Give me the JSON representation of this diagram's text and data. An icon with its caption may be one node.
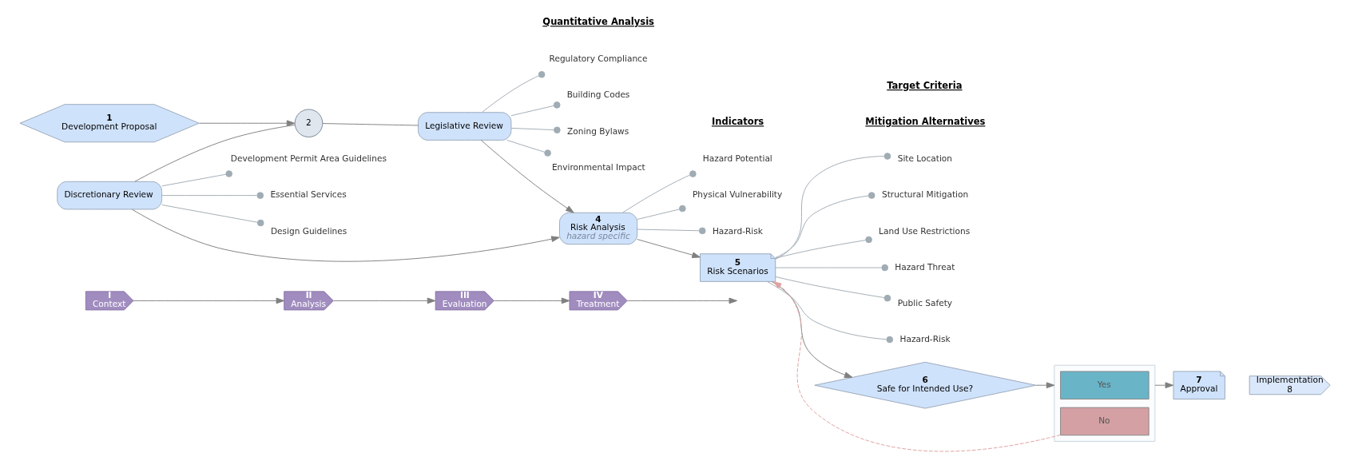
{
  "diagram": {
    "nodes": [
      {
        "text": [
          "I",
          "Context"
        ]
      },
      {
        "text": [
          "II",
          "Analysis"
        ]
      },
      {
        "text": [
          "III",
          "Evaluation"
        ]
      },
      {
        "text": [
          "IV",
          "Treatment"
        ]
      },
      {
        "text": [
          "1",
          "Development Proposal"
        ]
      },
      {
        "text": [
          "Discretionary Review"
        ]
      },
      {
        "text": [
          "Development Permit Area Guidelines"
        ]
      },
      {
        "text": [
          "Essential Services"
        ]
      },
      {
        "text": [
          "Design Guidelines"
        ]
      },
      {
        "text": [
          "2"
        ]
      },
      {
        "text": [
          "Legislative Review"
        ]
      },
      {
        "text": [
          "Regulatory Compliance"
        ]
      },
      {
        "text": [
          "Building Codes"
        ]
      },
      {
        "text": [
          "Zoning Bylaws"
        ]
      },
      {
        "text": [
          "Environmental Impact"
        ]
      },
      {
        "text": [
          "4",
          "Risk Analysis",
          "hazard specific"
        ]
      },
      {
        "text": [
          "Hazard Potential"
        ]
      },
      {
        "text": [
          "Physical Vulnerability"
        ]
      },
      {
        "text": [
          "Hazard-Risk"
        ]
      },
      {
        "text": [
          "5",
          "Risk Scenarios"
        ]
      },
      {
        "text": [
          "Site Location"
        ]
      },
      {
        "text": [
          "Structural Mitigation"
        ]
      },
      {
        "text": [
          "Land Use Restrictions"
        ]
      },
      {
        "text": [
          "Hazard Threat"
        ]
      },
      {
        "text": [
          "Public Safety"
        ]
      },
      {
        "text": [
          "Hazard-Risk"
        ]
      },
      {
        "text": [
          "6",
          "Safe for Intended Use?"
        ]
      },
      {
        "text": [],
        "shape": "box"
      },
      {
        "text": [
          "Yes"
        ],
        "in": 27
      },
      {
        "text": [
          "No"
        ],
        "in": 27
      },
      {
        "text": [
          "7",
          "Approval"
        ]
      },
      {
        "text": [
          "Implementation",
          "8"
        ]
      }
    ],
    "edges": [
      {
        "from": 0,
        "to": 1,
        "arrow": "to"
      },
      {
        "from": 1,
        "to": 2,
        "arrow": "to"
      },
      {
        "from": 2,
        "to": 3,
        "arrow": "to"
      },
      {
        "from": 3,
        "to": null,
        "arrow": "to"
      },
      {
        "from": 4,
        "to": 9,
        "arrow": "to"
      },
      {
        "from": 5,
        "to": 9,
        "arrow": "none"
      },
      {
        "from": 9,
        "to": 10,
        "arrow": "none"
      },
      {
        "from": 5,
        "to": 6,
        "arrow": "other"
      },
      {
        "from": 5,
        "to": 7,
        "arrow": "other"
      },
      {
        "from": 5,
        "to": 8,
        "arrow": "other"
      },
      {
        "from": 10,
        "to": 11,
        "arrow": "other"
      },
      {
        "from": 10,
        "to": 12,
        "arrow": "other"
      },
      {
        "from": 10,
        "to": 13,
        "arrow": "other"
      },
      {
        "from": 10,
        "to": 14,
        "arrow": "other"
      },
      {
        "from": 5,
        "to": 15,
        "arrow": "to"
      },
      {
        "from": 10,
        "to": 15,
        "arrow": "to"
      },
      {
        "from": 15,
        "to": 16,
        "arrow": "other"
      },
      {
        "from": 15,
        "to": 17,
        "arrow": "other"
      },
      {
        "from": 15,
        "to": 18,
        "arrow": "other"
      },
      {
        "from": 15,
        "to": 19,
        "arrow": "to"
      },
      {
        "from": 19,
        "to": 20,
        "arrow": "other"
      },
      {
        "from": 19,
        "to": 21,
        "arrow": "other"
      },
      {
        "from": 19,
        "to": 22,
        "arrow": "other"
      },
      {
        "from": 19,
        "to": 23,
        "arrow": "other"
      },
      {
        "from": 19,
        "to": 24,
        "arrow": "other"
      },
      {
        "from": 19,
        "to": 25,
        "arrow": "other"
      },
      {
        "from": 19,
        "to": 26,
        "arrow": "to"
      },
      {
        "from": 26,
        "to": 27,
        "arrow": "to"
      },
      {
        "from": 27,
        "to": 30,
        "arrow": "to"
      },
      {
        "from": 29,
        "to": 19,
        "arrow": "to",
        "style": "dashed",
        "color": "#e0a0a0"
      }
    ],
    "labels": [
      "Quantitative Analysis",
      "Indicators",
      "Mitigation Alternatives",
      "Target Criteria"
    ]
  }
}
